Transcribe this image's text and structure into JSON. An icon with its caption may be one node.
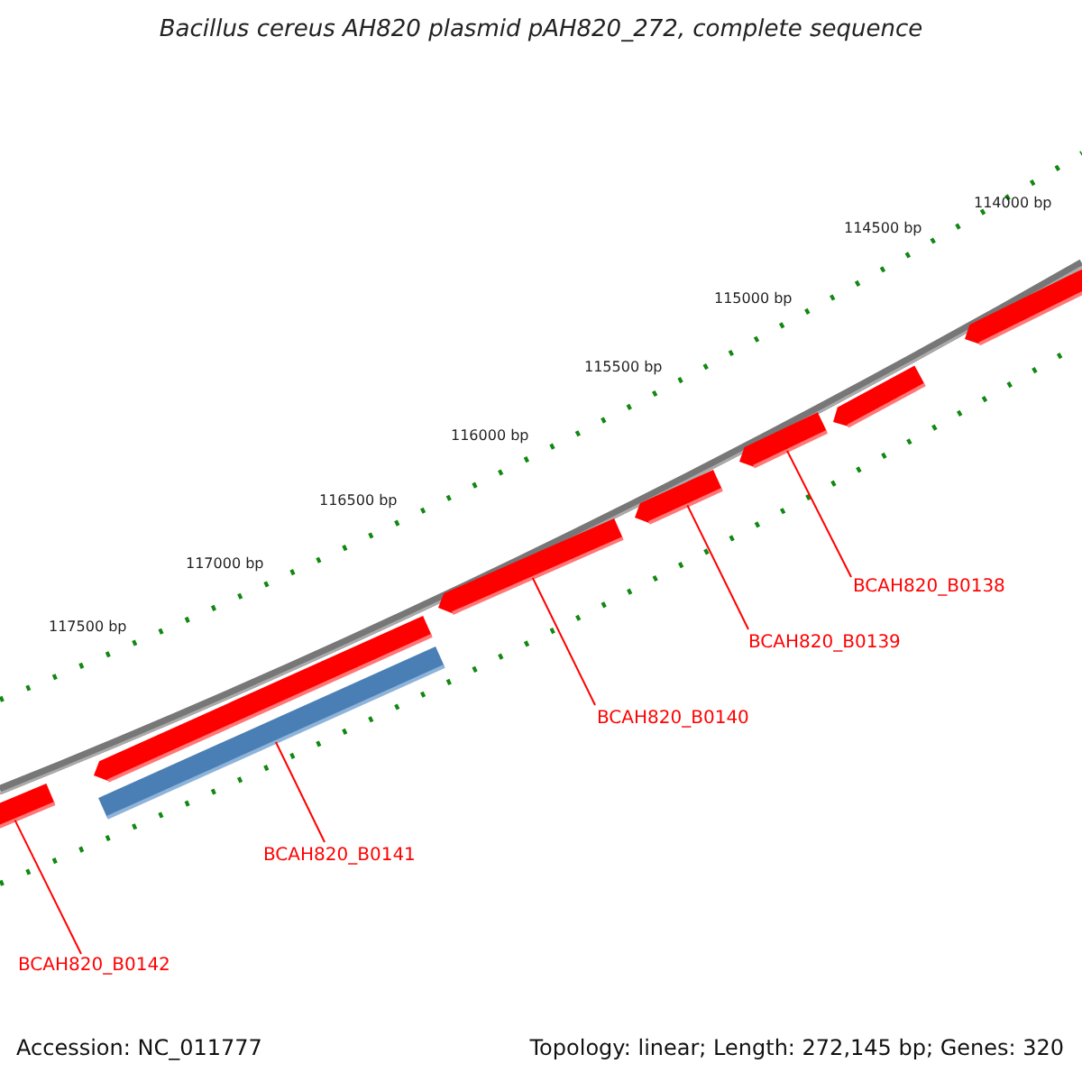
{
  "diagram": {
    "title": "Bacillus cereus AH820 plasmid pAH820_272, complete sequence",
    "nodes": [
      {
        "text": [
          "BCAH820_B0138"
        ]
      },
      {
        "text": [
          "BCAH820_B0139"
        ]
      },
      {
        "text": [
          "BCAH820_B0140"
        ]
      },
      {
        "text": [
          "BCAH820_B0141"
        ]
      },
      {
        "text": [
          "BCAH820_B0142"
        ]
      },
      {
        "text": [],
        "shape": "arrow"
      },
      {
        "text": [],
        "shape": "arrow"
      },
      {
        "text": [],
        "shape": "bar"
      },
      {
        "text": [],
        "shape": "arrow"
      },
      {
        "text": [],
        "shape": "arrow"
      },
      {
        "text": [],
        "shape": "arrow"
      },
      {
        "text": [],
        "shape": "arrow"
      },
      {
        "text": [],
        "shape": "arrow"
      }
    ],
    "edges": [
      {
        "from": 0,
        "to": 10,
        "arrow": "none"
      },
      {
        "from": 1,
        "to": 9,
        "arrow": "none"
      },
      {
        "from": 2,
        "to": 8,
        "arrow": "none"
      },
      {
        "from": 3,
        "to": 7,
        "arrow": "none"
      },
      {
        "from": 4,
        "to": 5,
        "arrow": "none"
      }
    ],
    "labels": [
      "114000 bp",
      "114500 bp",
      "115000 bp",
      "115500 bp",
      "116000 bp",
      "116500 bp",
      "117000 bp",
      "117500 bp",
      "Accession: NC_011777",
      "Topology: linear; Length: 272,145 bp; Genes: 320"
    ]
  }
}
